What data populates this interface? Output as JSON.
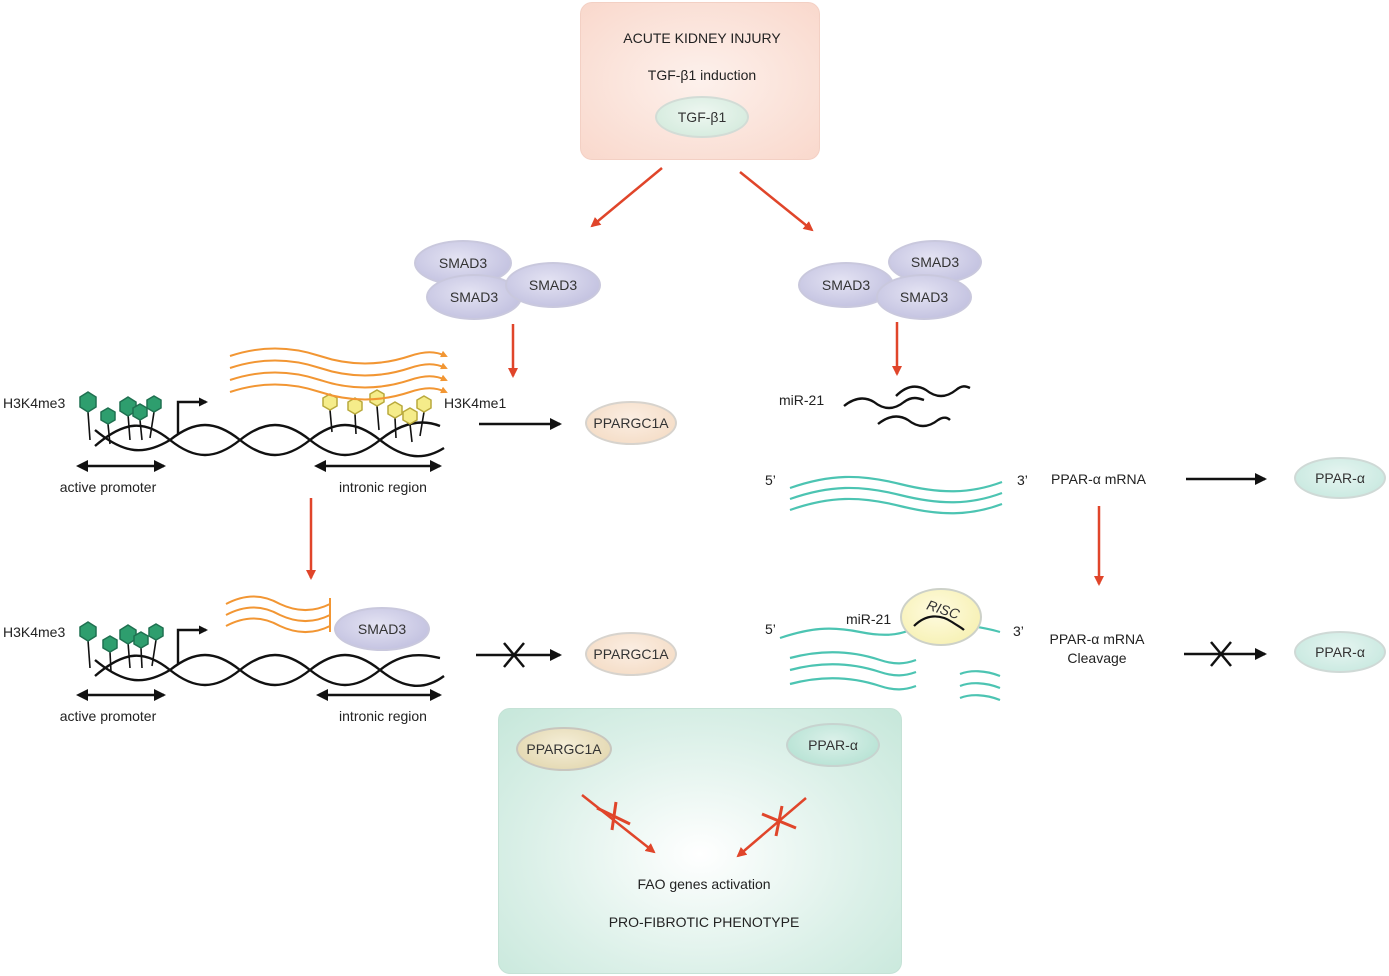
{
  "top_box": {
    "title": "ACUTE KIDNEY INJURY",
    "subtitle": "TGF-β1 induction",
    "tgf_label": "TGF-β1"
  },
  "smad_left": [
    "SMAD3",
    "SMAD3",
    "SMAD3"
  ],
  "smad_right": [
    "SMAD3",
    "SMAD3",
    "SMAD3"
  ],
  "left_upper": {
    "mark_left": "H3K4me3",
    "mark_right": "H3K4me1",
    "promoter_label": "active promoter",
    "intronic_label": "intronic region",
    "target_label": "PPARGC1A"
  },
  "left_lower": {
    "mark_left": "H3K4me3",
    "bound_label": "SMAD3",
    "promoter_label": "active promoter",
    "intronic_label": "intronic region",
    "target_label": "PPARGC1A"
  },
  "right_upper": {
    "mirna_label": "miR-21",
    "five_prime": "5’",
    "three_prime": "3’",
    "mrna_label": "PPAR-α mRNA",
    "target_label": "PPAR-α"
  },
  "right_lower": {
    "mirna_label": "miR-21",
    "risc_label": "RISC",
    "five_prime": "5’",
    "three_prime": "3’",
    "cleavage_line1": "PPAR-α mRNA",
    "cleavage_line2": "Cleavage",
    "target_label": "PPAR-α"
  },
  "bottom_box": {
    "ppargc_label": "PPARGC1A",
    "ppara_label": "PPAR-α",
    "activation_label": "FAO genes activation",
    "phenotype_label": "PRO-FIBROTIC PHENOTYPE"
  },
  "colors": {
    "red_arrow": "#e0452a",
    "orange_transcript": "#f29633",
    "teal_mrna": "#4cc4b2",
    "green_hexagon": "#2e9e6e",
    "yellow_hexagon": "#f5ec8a"
  }
}
